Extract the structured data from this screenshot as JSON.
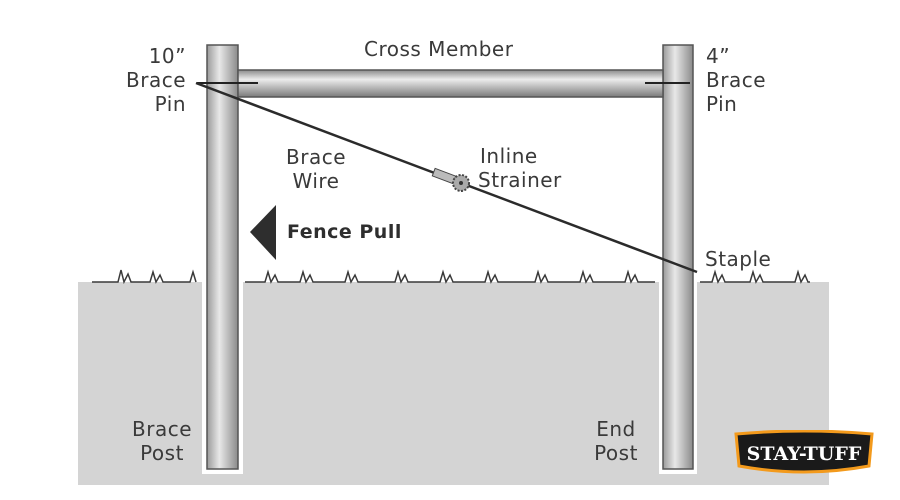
{
  "labels": {
    "left_pin": [
      "10”",
      "Brace",
      "Pin"
    ],
    "right_pin": [
      "4”",
      "Brace",
      "Pin"
    ],
    "cross_member": "Cross Member",
    "brace_wire": [
      "Brace",
      "Wire"
    ],
    "inline_strainer": [
      "Inline",
      "Strainer"
    ],
    "fence_pull": "Fence Pull",
    "staple": "Staple",
    "brace_post": [
      "Brace",
      "Post"
    ],
    "end_post": [
      "End",
      "Post"
    ]
  },
  "logo": {
    "text": "STAY-TUFF"
  },
  "colors": {
    "ground": "#d4d4d4",
    "post": "#c8c8c8",
    "line": "#2b2b2b",
    "logo_orange": "#f39a1c",
    "logo_black": "#1a1a1a"
  }
}
